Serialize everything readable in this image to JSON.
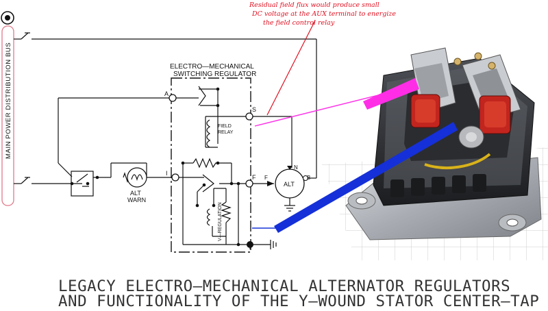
{
  "note": {
    "lines": [
      "Residual field flux would produce small",
      "DC voltage at the AUX terminal to energize",
      "the field control relay"
    ]
  },
  "bus": {
    "label": "MAIN POWER DISTRIBUTION BUS"
  },
  "regulator": {
    "title_line1": "ELECTRO—MECHANICAL",
    "title_line2": "SWITCHING REGULATOR",
    "field_relay_line1": "FIELD",
    "field_relay_line2": "RELAY",
    "v_regulation": "V—REGULATION"
  },
  "terminals": {
    "a": "A",
    "s": "S",
    "i": "I",
    "f": "F"
  },
  "alt_warn": {
    "line1": "ALT",
    "line2": "WARN"
  },
  "alternator": {
    "label": "ALT",
    "n": "N",
    "b": "B",
    "f": "F"
  },
  "caption": {
    "line1": "LEGACY ELECTRO—MECHANICAL ALTERNATOR REGULATORS",
    "line2": "AND FUNCTIONALITY OF THE Y—WOUND STATOR CENTER—TAP"
  },
  "colors": {
    "note": "#e01020",
    "pointer_magenta": "#ff2ee6",
    "pointer_blue": "#1530d8",
    "bus_outline": "#e07a8a"
  }
}
